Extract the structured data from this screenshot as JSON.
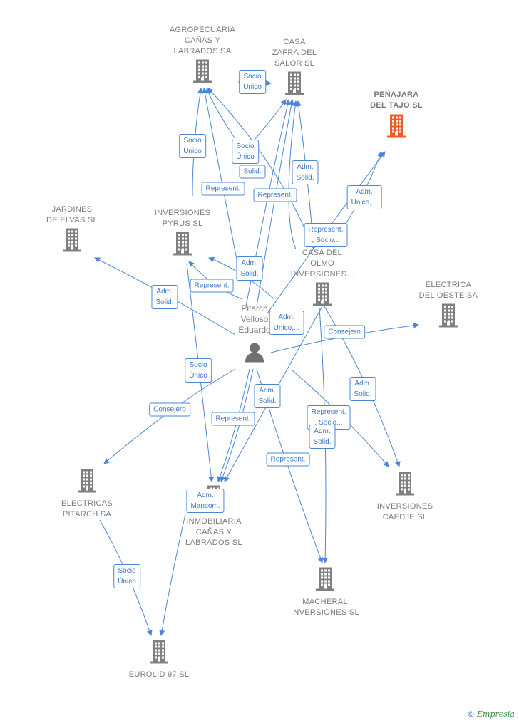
{
  "colors": {
    "link": "#4a86d4",
    "building": "#808080",
    "highlight": "#f05a28",
    "person": "#707070"
  },
  "companies": [
    {
      "id": "agropecuaria",
      "label": "AGROPECUARIA\nCAÑAS Y\nLABRADOS SA",
      "highlight": false
    },
    {
      "id": "casa-zafra",
      "label": "CASA\nZAFRA DEL\nSALOR  SL",
      "highlight": false
    },
    {
      "id": "penajara",
      "label": "PEÑAJARA\nDEL TAJO  SL",
      "highlight": true
    },
    {
      "id": "jardines",
      "label": "JARDINES\nDE ELVAS  SL",
      "highlight": false
    },
    {
      "id": "inversiones-pyrus",
      "label": "INVERSIONES\nPYRUS  SL",
      "highlight": false
    },
    {
      "id": "casa-olmo",
      "label": "CASA DEL\nOLMO\nINVERSIONES...",
      "highlight": false
    },
    {
      "id": "electrica-oeste",
      "label": "ELECTRICA\nDEL OESTE SA",
      "highlight": false
    },
    {
      "id": "electricas-pitarch",
      "label": "ELECTRICAS\nPITARCH SA",
      "highlight": false
    },
    {
      "id": "inmobiliaria",
      "label": "INMOBILIARIA\nCAÑAS Y\nLABRADOS  SL",
      "highlight": false
    },
    {
      "id": "inversiones-caedje",
      "label": "INVERSIONES\nCAEDJE  SL",
      "highlight": false
    },
    {
      "id": "macheral",
      "label": "MACHERAL\nINVERSIONES SL",
      "highlight": false
    },
    {
      "id": "eurolid",
      "label": "EUROLID 97 SL",
      "highlight": false
    }
  ],
  "person": {
    "id": "pitarch",
    "label": "Pitarch\nVelloso\nEduardo"
  },
  "edge_labels": [
    {
      "id": "e1",
      "text": "Socio\nÚnico"
    },
    {
      "id": "e2",
      "text": "Socio\nÚnico"
    },
    {
      "id": "e3",
      "text": "Socio\nÚnico"
    },
    {
      "id": "e4",
      "text": "Solid."
    },
    {
      "id": "e5",
      "text": "Adm.\nSolid."
    },
    {
      "id": "e6",
      "text": "Represent."
    },
    {
      "id": "e7",
      "text": "Represent."
    },
    {
      "id": "e8",
      "text": "Adm.\nUnico,..."
    },
    {
      "id": "e9",
      "text": "Represent.\n, Socio..."
    },
    {
      "id": "e10",
      "text": "Adm.\nSolid."
    },
    {
      "id": "e11",
      "text": "Represent."
    },
    {
      "id": "e12",
      "text": "Adm.\nSolid."
    },
    {
      "id": "e13",
      "text": "Adm.\nUnico,..."
    },
    {
      "id": "e14",
      "text": "Consejero"
    },
    {
      "id": "e15",
      "text": "Socio\nÚnico"
    },
    {
      "id": "e16",
      "text": "Adm.\nSolid."
    },
    {
      "id": "e17",
      "text": "Adm.\nSolid."
    },
    {
      "id": "e18",
      "text": "Consejero"
    },
    {
      "id": "e19",
      "text": "Represent."
    },
    {
      "id": "e20",
      "text": "Represent.\n, Socio..."
    },
    {
      "id": "e21",
      "text": "Adm.\nSolid."
    },
    {
      "id": "e22",
      "text": "Represent."
    },
    {
      "id": "e23",
      "text": "Adm.\nMancom."
    },
    {
      "id": "e24",
      "text": "Socio\nÚnico"
    }
  ],
  "footer": {
    "copyright": "©",
    "brand": "Empresia"
  }
}
